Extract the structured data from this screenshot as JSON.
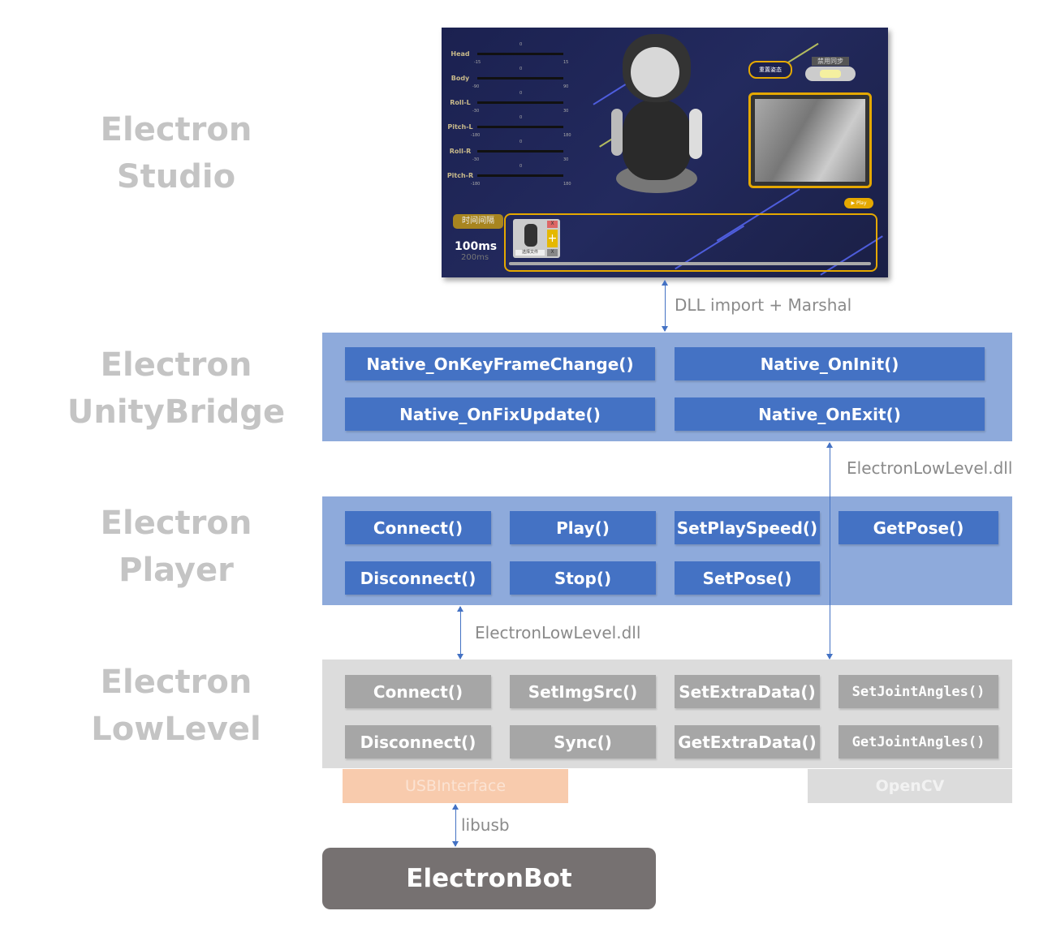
{
  "side_labels": [
    {
      "line1": "Electron",
      "line2": "Studio"
    },
    {
      "line1": "Electron",
      "line2": "UnityBridge"
    },
    {
      "line1": "Electron",
      "line2": "Player"
    },
    {
      "line1": "Electron",
      "line2": "LowLevel"
    }
  ],
  "studio_screenshot": {
    "sliders": [
      {
        "label": "Head",
        "min": "-15",
        "max": "15",
        "value": "0"
      },
      {
        "label": "Body",
        "min": "-90",
        "max": "90",
        "value": "0"
      },
      {
        "label": "Roll-L",
        "min": "-30",
        "max": "30",
        "value": "0"
      },
      {
        "label": "Pitch-L",
        "min": "-180",
        "max": "180",
        "value": "0"
      },
      {
        "label": "Roll-R",
        "min": "-30",
        "max": "30",
        "value": "0"
      },
      {
        "label": "Pitch-R",
        "min": "-180",
        "max": "180",
        "value": "0"
      }
    ],
    "reset_pose": "重置姿态",
    "disable_sync": "禁用同步",
    "play": "▶ Play",
    "interval_label": "时间间隔",
    "interval_value": "100ms",
    "interval_alt": "200ms",
    "select_file": "选择文件",
    "add": "+",
    "close": "X"
  },
  "arrows": {
    "studio_bridge": "DLL import + Marshal",
    "bridge_lowlevel": "ElectronLowLevel.dll",
    "player_lowlevel": "ElectronLowLevel.dll",
    "usb_bot": "libusb"
  },
  "unity_bridge": [
    "Native_OnKeyFrameChange()",
    "Native_OnInit()",
    "Native_OnFixUpdate()",
    "Native_OnExit()"
  ],
  "player": [
    "Connect()",
    "Play()",
    "SetPlaySpeed()",
    "GetPose()",
    "Disconnect()",
    "Stop()",
    "SetPose()"
  ],
  "lowlevel": [
    "Connect()",
    "SetImgSrc()",
    "SetExtraData()",
    "SetJointAngles()",
    "Disconnect()",
    "Sync()",
    "GetExtraData()",
    "GetJointAngles()"
  ],
  "usb_interface": "USBInterface",
  "opencv": "OpenCV",
  "device": "ElectronBot",
  "colors": {
    "blue_layer": "#8eaadb",
    "blue_button": "#4472c4",
    "gray_layer": "#dcdcdc",
    "gray_button": "#a6a6a6",
    "usb": "#f8cbad",
    "device": "#767171"
  }
}
